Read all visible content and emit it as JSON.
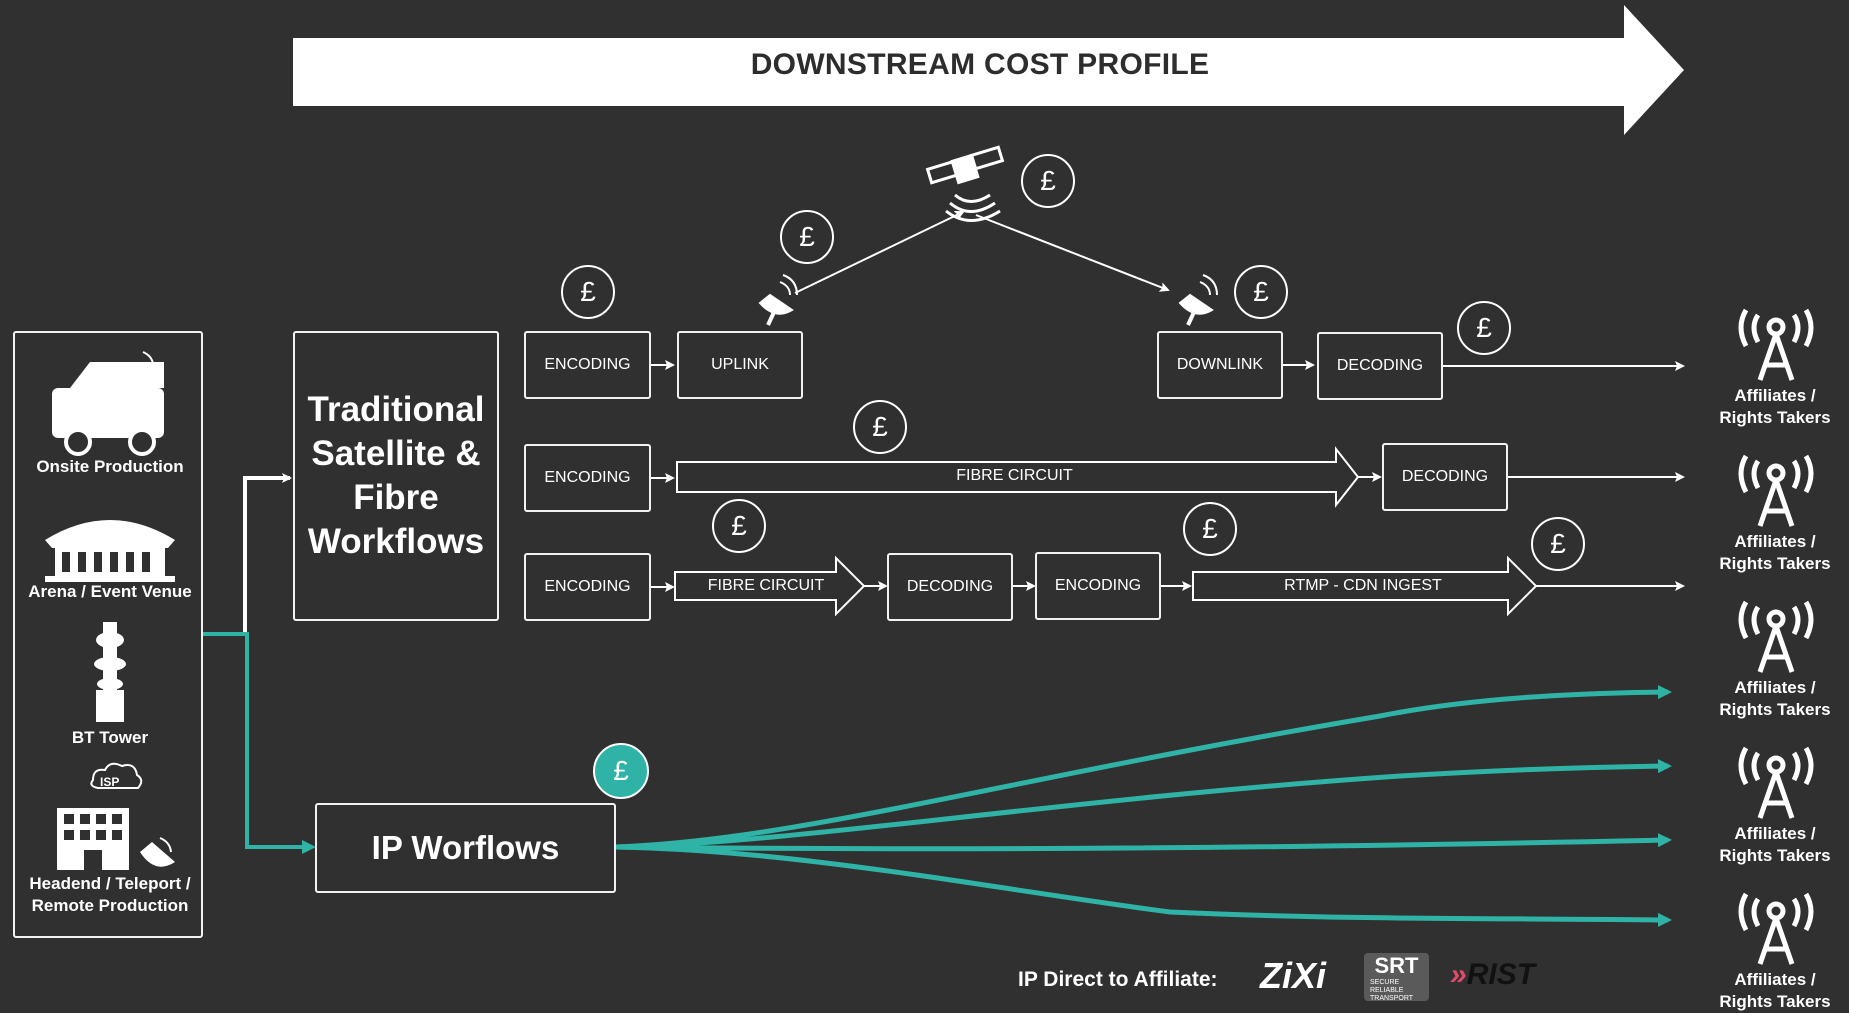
{
  "header": {
    "title": "DOWNSTREAM COST PROFILE"
  },
  "sources": [
    {
      "label": "Onsite Production"
    },
    {
      "label": "Arena / Event Venue"
    },
    {
      "label": "BT Tower"
    },
    {
      "label": "Headend / Teleport / Remote Production"
    }
  ],
  "traditional_box": {
    "label": "Traditional Satellite & Fibre Workflows"
  },
  "ip_box": {
    "label": "IP Worflows"
  },
  "currency_symbol": "£",
  "row1": {
    "encoding": "ENCODING",
    "uplink": "UPLINK",
    "downlink": "DOWNLINK",
    "decoding": "DECODING"
  },
  "row2": {
    "encoding": "ENCODING",
    "circuit": "FIBRE CIRCUIT",
    "decoding": "DECODING"
  },
  "row3": {
    "encoding": "ENCODING",
    "circuit": "FIBRE CIRCUIT",
    "decoding": "DECODING",
    "encoding2": "ENCODING",
    "rtmp": "RTMP - CDN INGEST"
  },
  "affiliate_label": "Affiliates / Rights Takers",
  "footer": {
    "ip_direct": "IP Direct to Affiliate:",
    "zixi": "ZiXi",
    "srt": "SRT",
    "srt_sub": "SECURE RELIABLE TRANSPORT",
    "rist": "RIST"
  },
  "colors": {
    "background": "#303030",
    "line": "#ffffff",
    "accent": "#2fb3a6"
  }
}
